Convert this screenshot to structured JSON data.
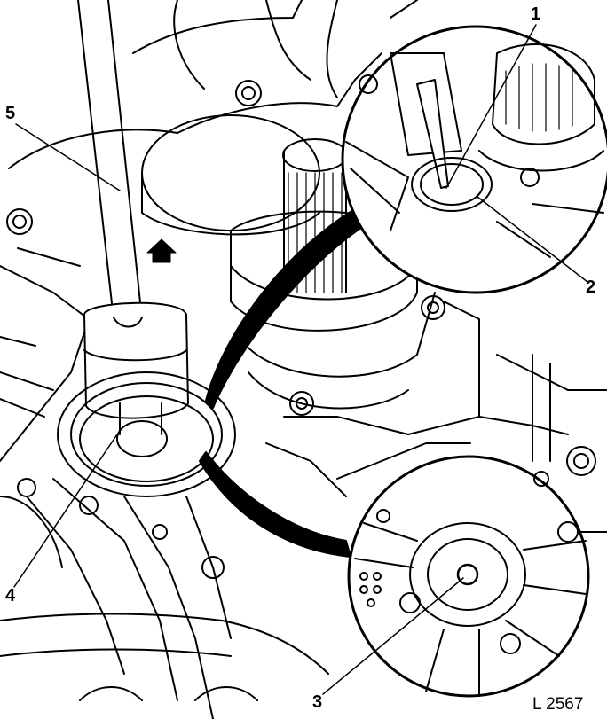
{
  "callouts": [
    "1",
    "2",
    "3",
    "4",
    "5"
  ],
  "reference_code": "L 2567"
}
